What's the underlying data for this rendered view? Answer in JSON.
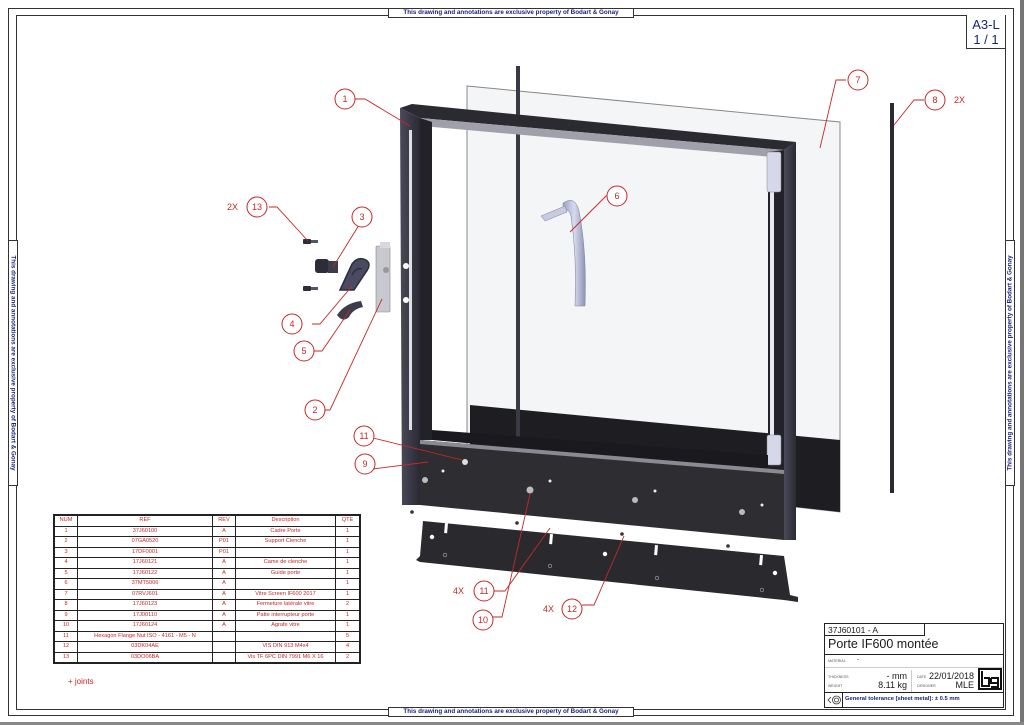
{
  "sheet": {
    "property_notice": "This drawing and annotations are exclusive property of Bodart & Gonay",
    "format": "A3-L",
    "page": "1 / 1"
  },
  "colors": {
    "annotation_red": "#c62828",
    "notice_blue": "#1a237e",
    "frame_dark": "#2b2b30",
    "part_dark": "#333338"
  },
  "callouts": [
    {
      "num": "1",
      "mult": ""
    },
    {
      "num": "2",
      "mult": ""
    },
    {
      "num": "3",
      "mult": ""
    },
    {
      "num": "4",
      "mult": ""
    },
    {
      "num": "5",
      "mult": ""
    },
    {
      "num": "6",
      "mult": ""
    },
    {
      "num": "7",
      "mult": ""
    },
    {
      "num": "8",
      "mult": "2X"
    },
    {
      "num": "9",
      "mult": ""
    },
    {
      "num": "10",
      "mult": ""
    },
    {
      "num": "11",
      "mult": ""
    },
    {
      "num": "11",
      "mult": "4X"
    },
    {
      "num": "12",
      "mult": "4X"
    },
    {
      "num": "13",
      "mult": "2X"
    }
  ],
  "bom": {
    "headers": {
      "num": "NUM",
      "ref": "REF",
      "rev": "REV",
      "description": "Description",
      "qte": "QTE"
    },
    "rows": [
      {
        "num": "1",
        "ref": "37J60100",
        "rev": "A",
        "description": "Cadre Porte",
        "qte": "1"
      },
      {
        "num": "2",
        "ref": "07GA0520",
        "rev": "P01",
        "description": "Support Clenche",
        "qte": "1"
      },
      {
        "num": "3",
        "ref": "17DF0001",
        "rev": "P01",
        "description": "",
        "qte": "1"
      },
      {
        "num": "4",
        "ref": "17J60121",
        "rev": "A",
        "description": "Came de clenche",
        "qte": "1"
      },
      {
        "num": "5",
        "ref": "17J60122",
        "rev": "A",
        "description": "Guide porte",
        "qte": "1"
      },
      {
        "num": "6",
        "ref": "37MT5006",
        "rev": "A",
        "description": "",
        "qte": "1"
      },
      {
        "num": "7",
        "ref": "07RVJ601",
        "rev": "A",
        "description": "Vitre Screen IF600 2017",
        "qte": "1"
      },
      {
        "num": "8",
        "ref": "17J60123",
        "rev": "A",
        "description": "Fermeture latérale vitre",
        "qte": "2"
      },
      {
        "num": "9",
        "ref": "17J00110",
        "rev": "A",
        "description": "Patte interrupteur porte",
        "qte": "1"
      },
      {
        "num": "10",
        "ref": "17J60124",
        "rev": "A",
        "description": "Agrafe vitre",
        "qte": "1"
      },
      {
        "num": "11",
        "ref": "Hexagon Flange Nut ISO - 4161 - M5 - N",
        "rev": "",
        "description": "",
        "qte": "5"
      },
      {
        "num": "12",
        "ref": "03DK04AE",
        "rev": "",
        "description": "VIS DIN 913 M4x4",
        "qte": "4"
      },
      {
        "num": "13",
        "ref": "03DO06BA",
        "rev": "",
        "description": "Vis TF 6PC DIN 7991 M6 X 16",
        "qte": "2"
      }
    ]
  },
  "notes": {
    "joints": "+ joints"
  },
  "title_block": {
    "reference": "37J60101 - A",
    "title": "Porte IF600 montée",
    "material_label": "MATERIAL",
    "material_value": "-",
    "thickness_label": "THICKNESS",
    "thickness_value": "- mm",
    "weight_label": "WEIGHT",
    "weight_value": "8.11 kg",
    "date_label": "DATE",
    "date_value": "22/01/2018",
    "designer_label": "DESIGNER",
    "designer_value": "MLE",
    "logo": "bg",
    "tolerance": "General tolerance [sheet metal]: ± 0.5 mm"
  }
}
